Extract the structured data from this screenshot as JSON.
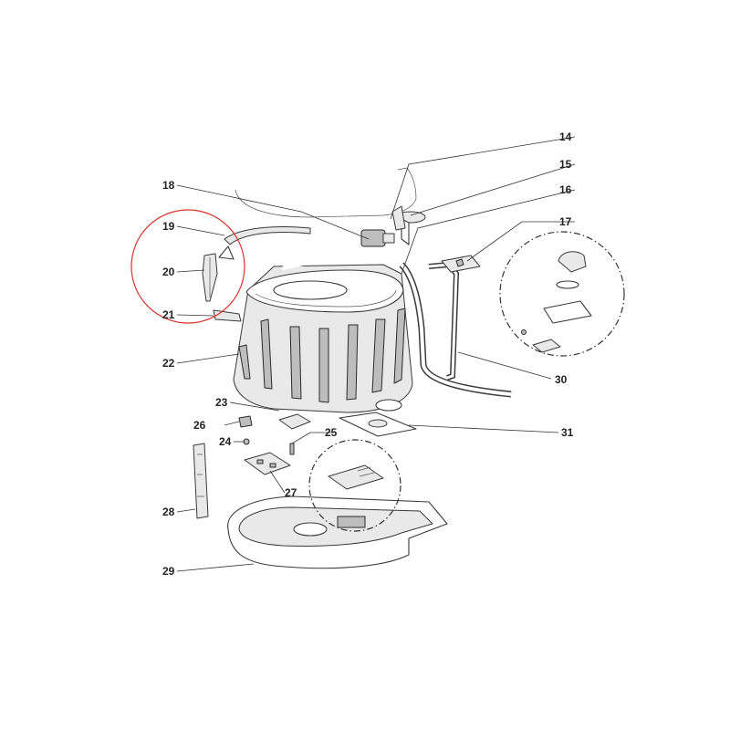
{
  "diagram": {
    "highlight_color": "#d9302c",
    "labels": [
      {
        "id": "14",
        "text": "14"
      },
      {
        "id": "15",
        "text": "15"
      },
      {
        "id": "16",
        "text": "16"
      },
      {
        "id": "17",
        "text": "17"
      },
      {
        "id": "18",
        "text": "18"
      },
      {
        "id": "19",
        "text": "19"
      },
      {
        "id": "20",
        "text": "20"
      },
      {
        "id": "21",
        "text": "21"
      },
      {
        "id": "22",
        "text": "22"
      },
      {
        "id": "23",
        "text": "23"
      },
      {
        "id": "24",
        "text": "24"
      },
      {
        "id": "25",
        "text": "25"
      },
      {
        "id": "26",
        "text": "26"
      },
      {
        "id": "27",
        "text": "27"
      },
      {
        "id": "28",
        "text": "28"
      },
      {
        "id": "29",
        "text": "29"
      },
      {
        "id": "30",
        "text": "30"
      },
      {
        "id": "31",
        "text": "31"
      }
    ]
  }
}
